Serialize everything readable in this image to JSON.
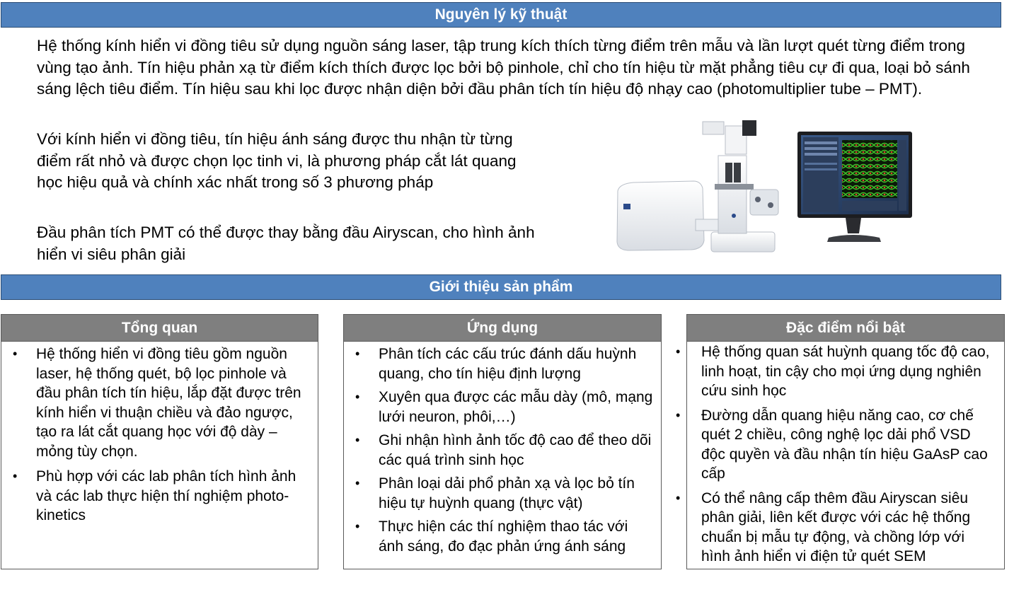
{
  "section1": {
    "title": "Nguyên lý kỹ thuật",
    "paragraphs": [
      "Hệ thống kính hiển vi đồng tiêu sử dụng nguồn sáng laser, tập trung kích thích từng điểm trên mẫu và lần lượt quét từng điểm trong vùng tạo ảnh. Tín hiệu phản xạ từ điểm kích thích được lọc bởi bộ pinhole, chỉ cho tín hiệu từ mặt phẳng tiêu cự đi qua, loại bỏ sánh sáng lệch tiêu điểm. Tín hiệu sau khi lọc được nhận diện bởi đầu phân tích tín hiệu độ nhạy cao (photomultiplier tube – PMT).",
      "Với kính hiển vi đồng tiêu, tín hiệu ánh sáng được thu nhận từ từng điểm rất nhỏ và được chọn lọc tinh vi, là phương pháp cắt lát quang học hiệu quả và chính xác nhất trong số 3 phương pháp",
      "Đầu phân tích PMT có thể được thay bằng đầu Airyscan, cho hình ảnh hiển vi siêu phân giải"
    ]
  },
  "section2": {
    "title": "Giới thiệu sản phẩm",
    "panels": [
      {
        "title": "Tổng quan",
        "items": [
          "Hệ thống hiển vi đồng tiêu gồm nguồn laser, hệ thống quét, bộ lọc pinhole và đầu phân tích tín hiệu, lắp đặt được trên kính hiển vi thuận chiều và đảo ngược, tạo ra lát cắt quang học với độ dày – mỏng tùy chọn.",
          "Phù hợp với các lab phân tích hình ảnh và các lab thực hiện thí nghiệm photo-kinetics"
        ]
      },
      {
        "title": "Ứng dụng",
        "items": [
          "Phân tích các cấu trúc đánh dấu huỳnh quang, cho tín hiệu định lượng",
          "Xuyên qua được các mẫu dày (mô, mạng lưới neuron, phôi,…)",
          "Ghi nhận hình ảnh tốc độ cao để theo dõi các quá trình sinh học",
          "Phân loại dải phổ phản xạ và lọc bỏ tín hiệu tự huỳnh quang (thực vật)",
          "Thực hiện các thí nghiệm thao tác với ánh sáng, đo đạc phản ứng ánh sáng"
        ]
      },
      {
        "title": "Đặc điểm nổi bật",
        "items": [
          "Hệ thống quan sát huỳnh quang tốc độ cao, linh hoạt, tin cậy cho mọi ứng dụng nghiên cứu sinh học",
          "Đường dẫn quang hiệu năng cao, cơ chế quét 2 chiều, công nghệ lọc dải phổ VSD độc quyền và đầu nhận tín hiệu GaAsP cao cấp",
          "Có thể nâng cấp thêm đầu Airyscan siêu phân giải, liên kết được với các hệ thống chuẩn bị mẫu tự động, và chồng lớp với hình ảnh hiển vi điện tử quét SEM"
        ]
      }
    ]
  },
  "bullet_glyph": "•",
  "colors": {
    "section_banner": "#4f81bd",
    "panel_header": "#7f7f7f"
  }
}
